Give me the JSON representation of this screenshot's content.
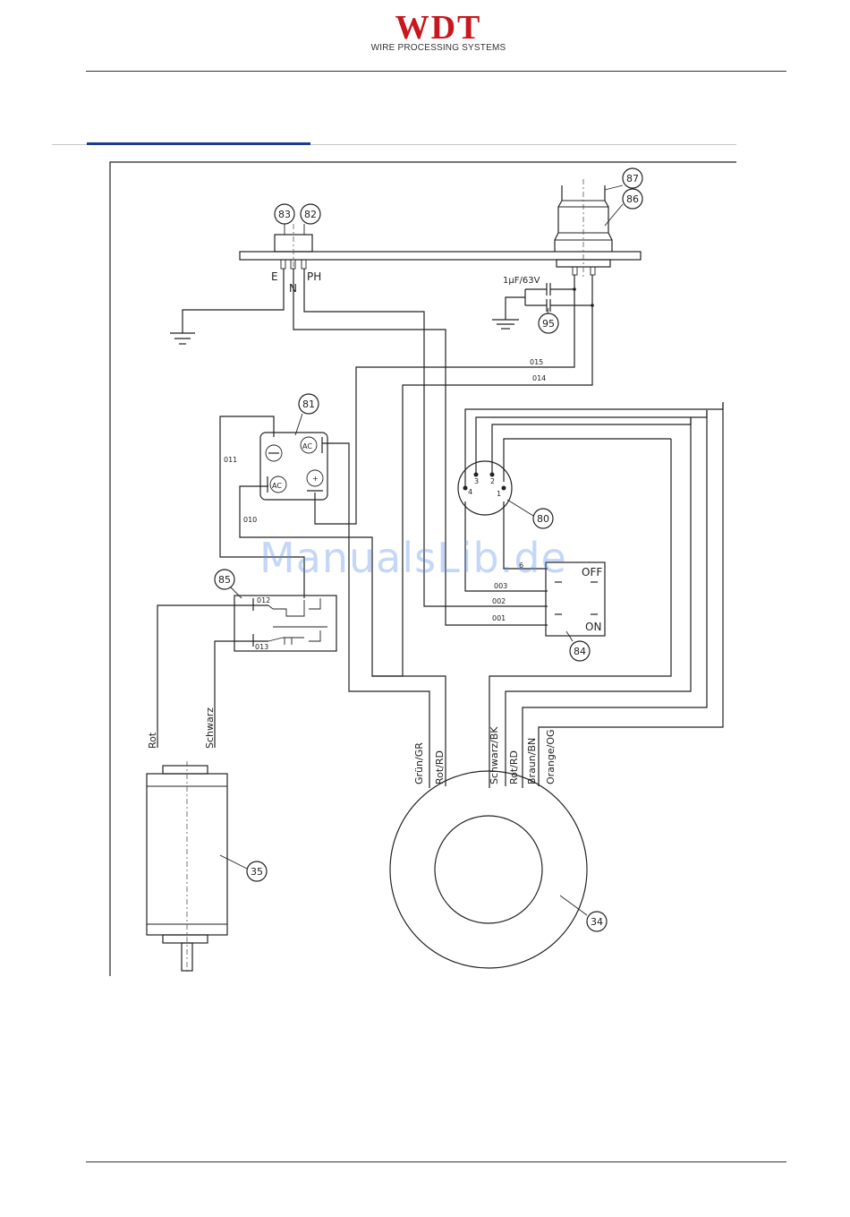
{
  "header": {
    "logo_text": "WDT",
    "logo_subtitle": "WIRE PROCESSING SYSTEMS",
    "brand_color": "#c8181e",
    "rule_color": "#1f3b8c"
  },
  "watermark": "ManualsLib.de",
  "diagram": {
    "callouts": [
      "83",
      "82",
      "87",
      "86",
      "95",
      "81",
      "80",
      "85",
      "84",
      "35",
      "34"
    ],
    "terminal_labels": {
      "e": "E",
      "n": "N",
      "ph": "PH"
    },
    "capacitor_label": "1µF/63V",
    "wire_labels": [
      "015",
      "014",
      "011",
      "010",
      "012",
      "013",
      "003",
      "002",
      "001",
      "6"
    ],
    "connector_pins": [
      "3",
      "2",
      "4",
      "1"
    ],
    "switch_labels": {
      "off": "OFF",
      "on": "ON"
    },
    "relay_labels": {
      "ac_top": "AC",
      "ac_left": "AC"
    },
    "motor_wires": [
      "Rot",
      "Schwarz"
    ],
    "transformer_wires": [
      "Grün/GR",
      "Rot/RD",
      "Schwarz/BK",
      "Rot/RD",
      "Braun/BN",
      "Orange/OG"
    ]
  }
}
